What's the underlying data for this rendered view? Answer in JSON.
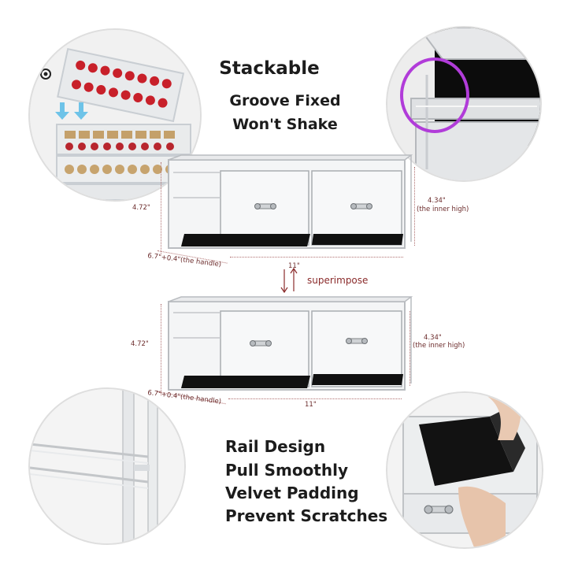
{
  "headings": {
    "top_title": "Stackable",
    "top_lines": [
      "Groove Fixed",
      "Won't Shake"
    ],
    "bottom_lines": [
      "Rail Design",
      "Pull Smoothly",
      "Velvet Padding",
      "Prevent Scratches"
    ]
  },
  "dimensions": {
    "upper": {
      "height": "4.72\"",
      "depth": "6.7\"+0.4\"(the handle)",
      "width": "11\"",
      "inner_value": "4.34\"",
      "inner_note": "(the inner high)"
    },
    "lower": {
      "height": "4.72\"",
      "depth": "6.7\"+0.4\"(the handle)",
      "width": "11\"",
      "inner_value": "4.34\"",
      "inner_note": "(the inner high)"
    }
  },
  "stack_label": "superimpose",
  "colors": {
    "text": "#1c1c1c",
    "dimension": "#6b2b2b",
    "highlight": "#b13cd9",
    "velvet": "#111111",
    "arrow": "#6ec3e8"
  }
}
